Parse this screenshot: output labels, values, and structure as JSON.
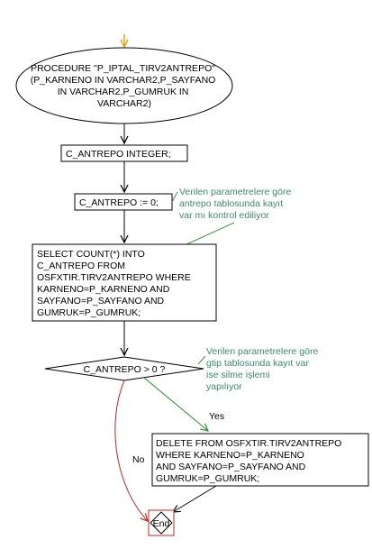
{
  "colors": {
    "start_arrow": "#f0a000",
    "comment_text": "#3a8a6a",
    "comment_line": "#3a9a3a",
    "yes_branch": "#2a8a2a",
    "no_branch": "#cc2222",
    "end_border": "#cc2222",
    "stroke": "#000000"
  },
  "procedure": {
    "lines": [
      "PROCEDURE \"P_IPTAL_TIRV2ANTREPO\"",
      "(P_KARNENO IN VARCHAR2,P_SAYFANO",
      "IN VARCHAR2,P_GUMRUK IN",
      "VARCHAR2)"
    ]
  },
  "declare": {
    "text": "C_ANTREPO INTEGER;"
  },
  "assign": {
    "text": "C_ANTREPO := 0;"
  },
  "comment1": {
    "lines": [
      "Verilen parametrelere göre",
      "antrepo tablosunda kayıt",
      "var mı kontrol ediliyor"
    ]
  },
  "select": {
    "lines": [
      "SELECT COUNT(*) INTO",
      "C_ANTREPO FROM",
      "OSFXTIR.TIRV2ANTREPO WHERE",
      "KARNENO=P_KARNENO AND",
      "SAYFANO=P_SAYFANO AND",
      "GUMRUK=P_GUMRUK;"
    ]
  },
  "decision": {
    "text": "C_ANTREPO > 0 ?"
  },
  "comment2": {
    "lines": [
      "Verilen parametrelere göre",
      "gtip tablosunda kayıt var",
      "ise silme işlemi",
      "yapılıyor"
    ]
  },
  "yes_label": "Yes",
  "no_label": "No",
  "delete": {
    "lines": [
      "DELETE FROM OSFXTIR.TIRV2ANTREPO",
      "WHERE KARNENO=P_KARNENO",
      "AND SAYFANO=P_SAYFANO AND",
      "GUMRUK=P_GUMRUK;"
    ]
  },
  "end": {
    "text": "End"
  }
}
